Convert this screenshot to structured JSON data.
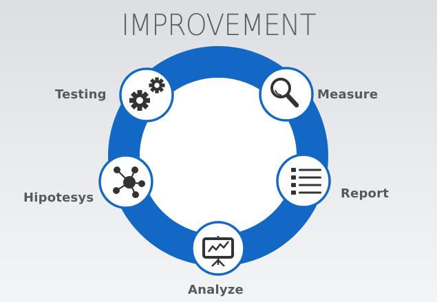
{
  "title": "IMPROVEMENT",
  "colors": {
    "ring": "#1268c4",
    "icon_fill": "#333333",
    "circle_fill": "#ffffff",
    "label": "#58595d",
    "title": "#5e5f63"
  },
  "steps": [
    {
      "label": "Testing",
      "icon": "gears-icon"
    },
    {
      "label": "Measure",
      "icon": "magnifier-icon"
    },
    {
      "label": "Report",
      "icon": "list-icon"
    },
    {
      "label": "Analyze",
      "icon": "presentation-chart-icon"
    },
    {
      "label": "Hipotesys",
      "icon": "network-hub-icon"
    }
  ]
}
